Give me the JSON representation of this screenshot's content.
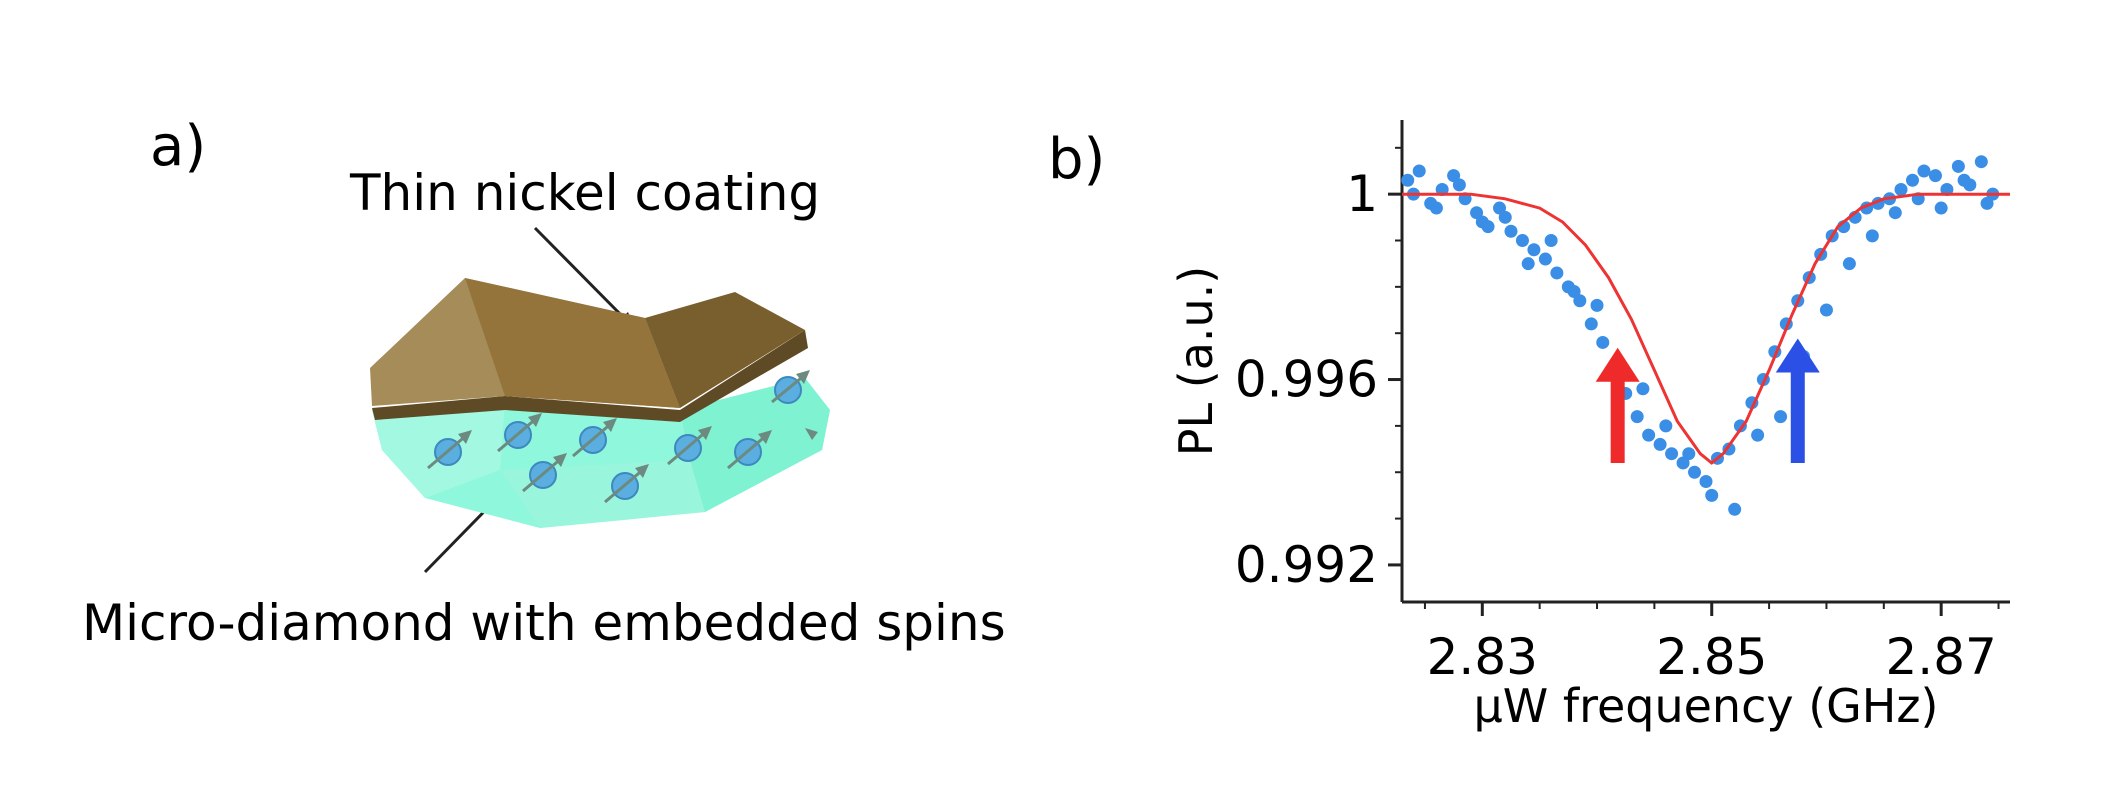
{
  "panel_a": {
    "label": "a)",
    "coating_label": "Thin nickel coating",
    "diamond_label": "Micro-diamond with embedded spins",
    "colors": {
      "nickel_top": "#94743a",
      "nickel_edge": "#5e4a25",
      "diamond": "#8ff7dc",
      "spin": "#5aaee0",
      "arrow": "#6c8a80"
    }
  },
  "panel_b": {
    "label": "b)"
  },
  "chart_data": {
    "type": "scatter",
    "title": "",
    "xlabel": "μW frequency (GHz)",
    "ylabel": "PL (a.u.)",
    "xlim": [
      2.823,
      2.876
    ],
    "ylim": [
      0.9912,
      1.0016
    ],
    "x_ticks": [
      2.83,
      2.85,
      2.87
    ],
    "x_tick_labels": [
      "2.83",
      "2.85",
      "2.87"
    ],
    "y_ticks": [
      0.992,
      0.996,
      1.0
    ],
    "y_tick_labels": [
      "0.992",
      "0.996",
      "1"
    ],
    "grid": false,
    "legend": "none",
    "series": [
      {
        "kind": "points",
        "color": "#3a8ee6",
        "x": [
          2.8235,
          2.8245,
          2.8255,
          2.8265,
          2.8275,
          2.8285,
          2.8295,
          2.8305,
          2.8315,
          2.8325,
          2.8335,
          2.8345,
          2.8355,
          2.8365,
          2.8375,
          2.8385,
          2.8395,
          2.8405,
          2.8415,
          2.8425,
          2.8435,
          2.8445,
          2.8455,
          2.8465,
          2.8475,
          2.8485,
          2.8495,
          2.8505,
          2.8515,
          2.8525,
          2.8535,
          2.8545,
          2.8555,
          2.8565,
          2.8575,
          2.8585,
          2.8595,
          2.8605,
          2.8615,
          2.8625,
          2.8635,
          2.8645,
          2.8655,
          2.8665,
          2.8675,
          2.8685,
          2.8695,
          2.8705,
          2.8715,
          2.8725,
          2.8735,
          2.8745,
          2.824,
          2.826,
          2.828,
          2.83,
          2.832,
          2.834,
          2.836,
          2.838,
          2.84,
          2.842,
          2.844,
          2.846,
          2.848,
          2.85,
          2.852,
          2.854,
          2.856,
          2.858,
          2.86,
          2.862,
          2.864,
          2.866,
          2.868,
          2.87,
          2.872,
          2.874
        ],
        "y": [
          1.0003,
          1.0005,
          0.9998,
          1.0001,
          1.0004,
          0.9999,
          0.9996,
          0.9993,
          0.9997,
          0.9992,
          0.999,
          0.9988,
          0.9986,
          0.9983,
          0.998,
          0.9977,
          0.9972,
          0.9968,
          0.9963,
          0.9957,
          0.9952,
          0.9948,
          0.9946,
          0.9944,
          0.9942,
          0.994,
          0.9938,
          0.9943,
          0.9945,
          0.995,
          0.9955,
          0.996,
          0.9966,
          0.9972,
          0.9977,
          0.9982,
          0.9987,
          0.9991,
          0.9993,
          0.9995,
          0.9997,
          0.9998,
          0.9999,
          1.0001,
          1.0003,
          1.0005,
          1.0004,
          1.0001,
          1.0006,
          1.0002,
          1.0007,
          1.0,
          1.0,
          0.9997,
          1.0002,
          0.9994,
          0.9995,
          0.9985,
          0.999,
          0.9979,
          0.9976,
          0.9961,
          0.9958,
          0.995,
          0.9944,
          0.9935,
          0.9932,
          0.9948,
          0.9952,
          0.9965,
          0.9975,
          0.9985,
          0.9991,
          0.9996,
          0.9999,
          0.9997,
          1.0003,
          0.9998
        ]
      },
      {
        "kind": "fit",
        "color": "#ee3333",
        "x": [
          2.823,
          2.826,
          2.829,
          2.832,
          2.835,
          2.837,
          2.839,
          2.841,
          2.843,
          2.845,
          2.847,
          2.849,
          2.85,
          2.851,
          2.853,
          2.855,
          2.857,
          2.859,
          2.861,
          2.863,
          2.865,
          2.868,
          2.871,
          2.874,
          2.876
        ],
        "y": [
          1.0,
          1.0,
          1.0,
          0.9999,
          0.9997,
          0.9994,
          0.9989,
          0.9982,
          0.9973,
          0.9962,
          0.9951,
          0.9944,
          0.9942,
          0.9944,
          0.9951,
          0.9962,
          0.9974,
          0.9985,
          0.9993,
          0.9997,
          0.9999,
          1.0,
          1.0,
          1.0,
          1.0
        ]
      }
    ],
    "annotations": [
      {
        "kind": "arrow",
        "color": "#ee2a2a",
        "x": 2.8418,
        "y_from": 0.9942,
        "y_to": 0.9966
      },
      {
        "kind": "arrow",
        "color": "#2a50e6",
        "x": 2.8575,
        "y_from": 0.9942,
        "y_to": 0.9968
      }
    ]
  }
}
